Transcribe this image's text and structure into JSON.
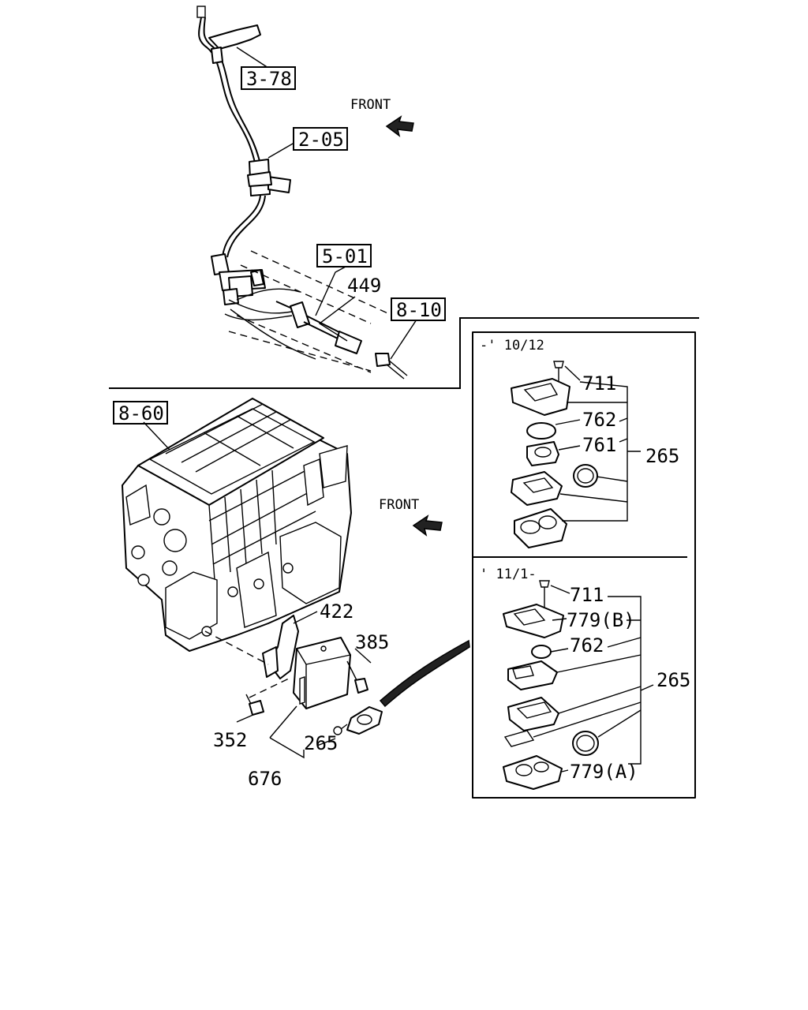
{
  "callouts": {
    "ref_3_78": "3-78",
    "ref_2_05": "2-05",
    "ref_5_01": "5-01",
    "ref_8_10": "8-10",
    "ref_8_60": "8-60"
  },
  "arrows": {
    "front_top": "FRONT",
    "front_mid": "FRONT"
  },
  "main_parts": {
    "p449": "449",
    "p422": "422",
    "p385": "385",
    "p352": "352",
    "p265": "265",
    "p676": "676"
  },
  "detail_upper": {
    "period": "-' 10/12",
    "p711": "711",
    "p762": "762",
    "p761": "761",
    "p265": "265"
  },
  "detail_lower": {
    "period": "' 11/1-",
    "p711": "711",
    "p779b": "779(B)",
    "p762": "762",
    "p265": "265",
    "p779a": "779(A)"
  }
}
